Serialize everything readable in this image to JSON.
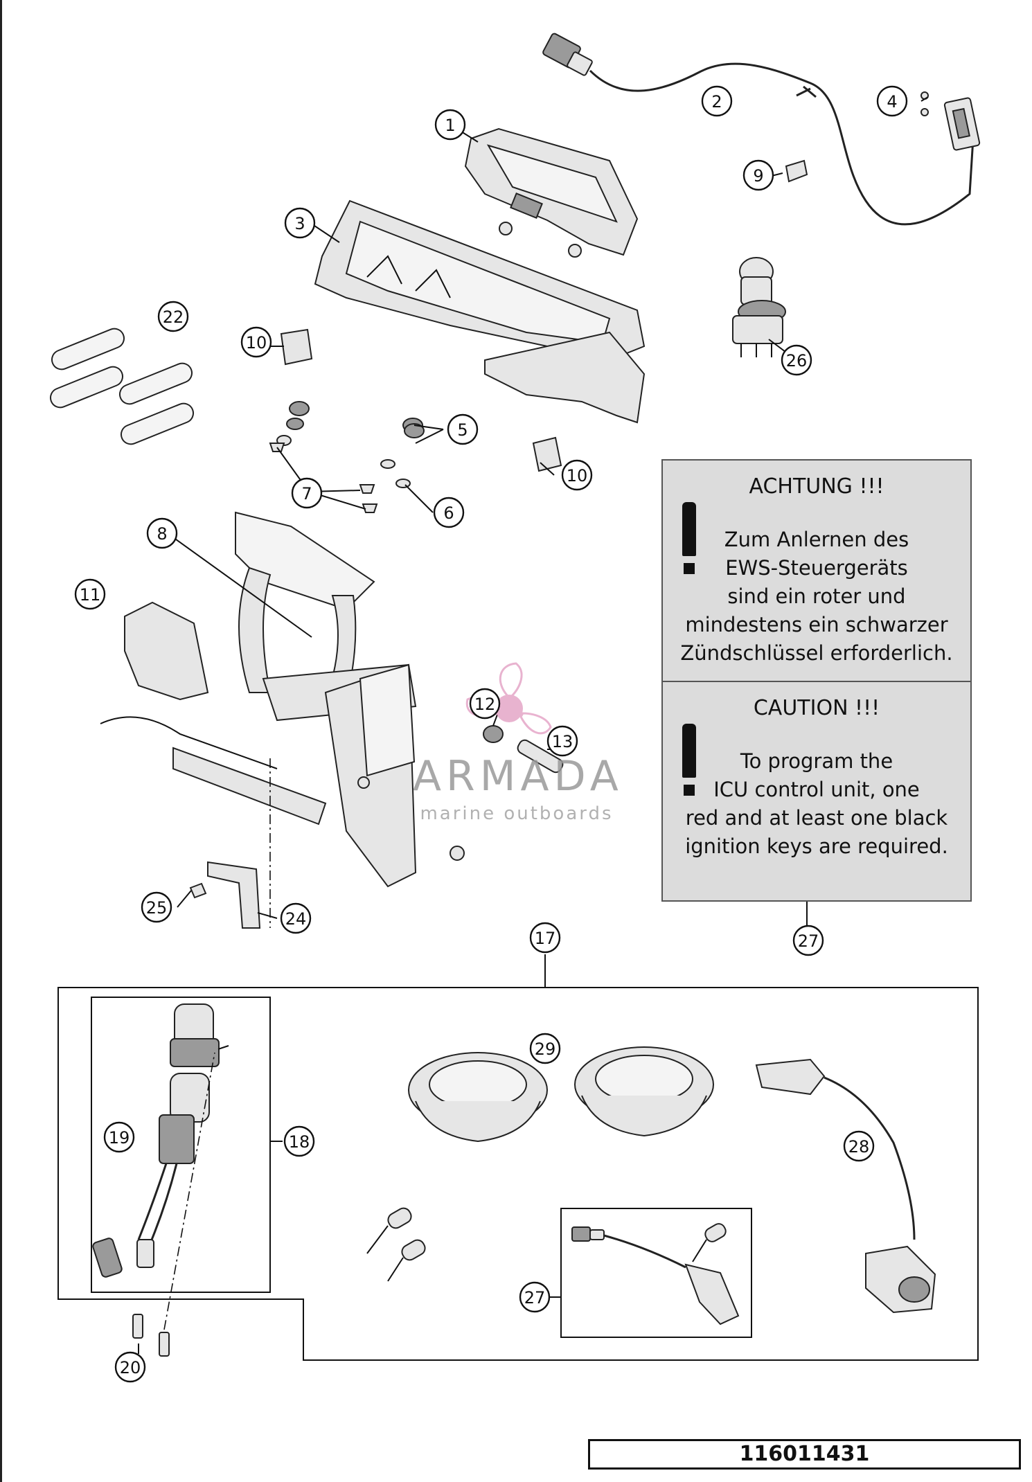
{
  "callouts": [
    "1",
    "2",
    "3",
    "4",
    "5",
    "6",
    "7",
    "8",
    "9",
    "10",
    "10",
    "11",
    "12",
    "13",
    "17",
    "18",
    "19",
    "20",
    "22",
    "24",
    "25",
    "26",
    "27",
    "27",
    "28",
    "29"
  ],
  "notice_de": {
    "title": "ACHTUNG !!!",
    "lines": [
      "Zum Anlernen des",
      "EWS-Steuergeräts",
      "sind ein roter und",
      "mindestens ein schwarzer",
      "Zündschlüssel erforderlich."
    ]
  },
  "notice_en": {
    "title": "CAUTION !!!",
    "lines": [
      "To program the",
      "ICU control unit, one",
      "red and at least one black",
      "ignition keys are required."
    ]
  },
  "watermark": {
    "brand": "ARMADA",
    "tagline": "marine outboards",
    "color": "#e19ac0"
  },
  "document_number": "116011431"
}
